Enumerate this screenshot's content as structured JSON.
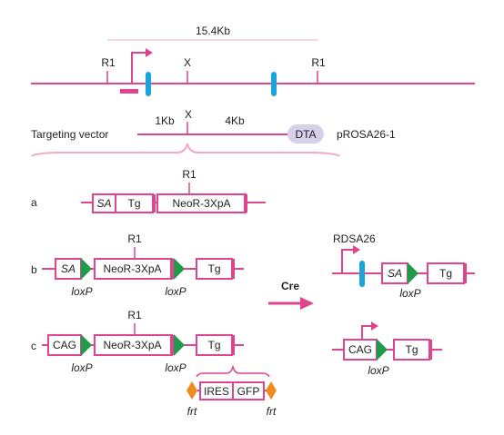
{
  "genome": {
    "span_label": "15.4Kb",
    "site_r1_left": "R1",
    "site_x": "X",
    "site_r1_right": "R1"
  },
  "targeting": {
    "title": "Targeting vector",
    "arm_left": "1Kb",
    "site_x": "X",
    "arm_right": "4Kb",
    "dta": "DTA",
    "plasmid": "pROSA26-1"
  },
  "construct_a": {
    "row_label": "a",
    "site_r1": "R1",
    "sa": "SA",
    "tg": "Tg",
    "neo": "NeoR-3XpA"
  },
  "construct_b": {
    "row_label": "b",
    "site_r1": "R1",
    "sa": "SA",
    "neo": "NeoR-3XpA",
    "tg": "Tg",
    "loxp_left": "loxP",
    "loxp_right": "loxP"
  },
  "construct_c": {
    "row_label": "c",
    "site_r1": "R1",
    "cag": "CAG",
    "neo": "NeoR-3XpA",
    "tg": "Tg",
    "loxp_left": "loxP",
    "loxp_right": "loxP",
    "ires": "IRES",
    "gfp": "GFP",
    "frt_left": "frt",
    "frt_right": "frt"
  },
  "cre": {
    "label": "Cre"
  },
  "result_b": {
    "locus": "RDSA26",
    "sa": "SA",
    "tg": "Tg",
    "loxp": "loxP"
  },
  "result_c": {
    "cag": "CAG",
    "tg": "Tg",
    "loxp": "loxP"
  },
  "colors": {
    "line": "#e0448f",
    "exon": "#1aa3dc",
    "loxp": "#1f9b4a",
    "frt": "#f08a1c",
    "dta_fill": "#d6d0ea",
    "bracket": "#f1a8c9"
  }
}
